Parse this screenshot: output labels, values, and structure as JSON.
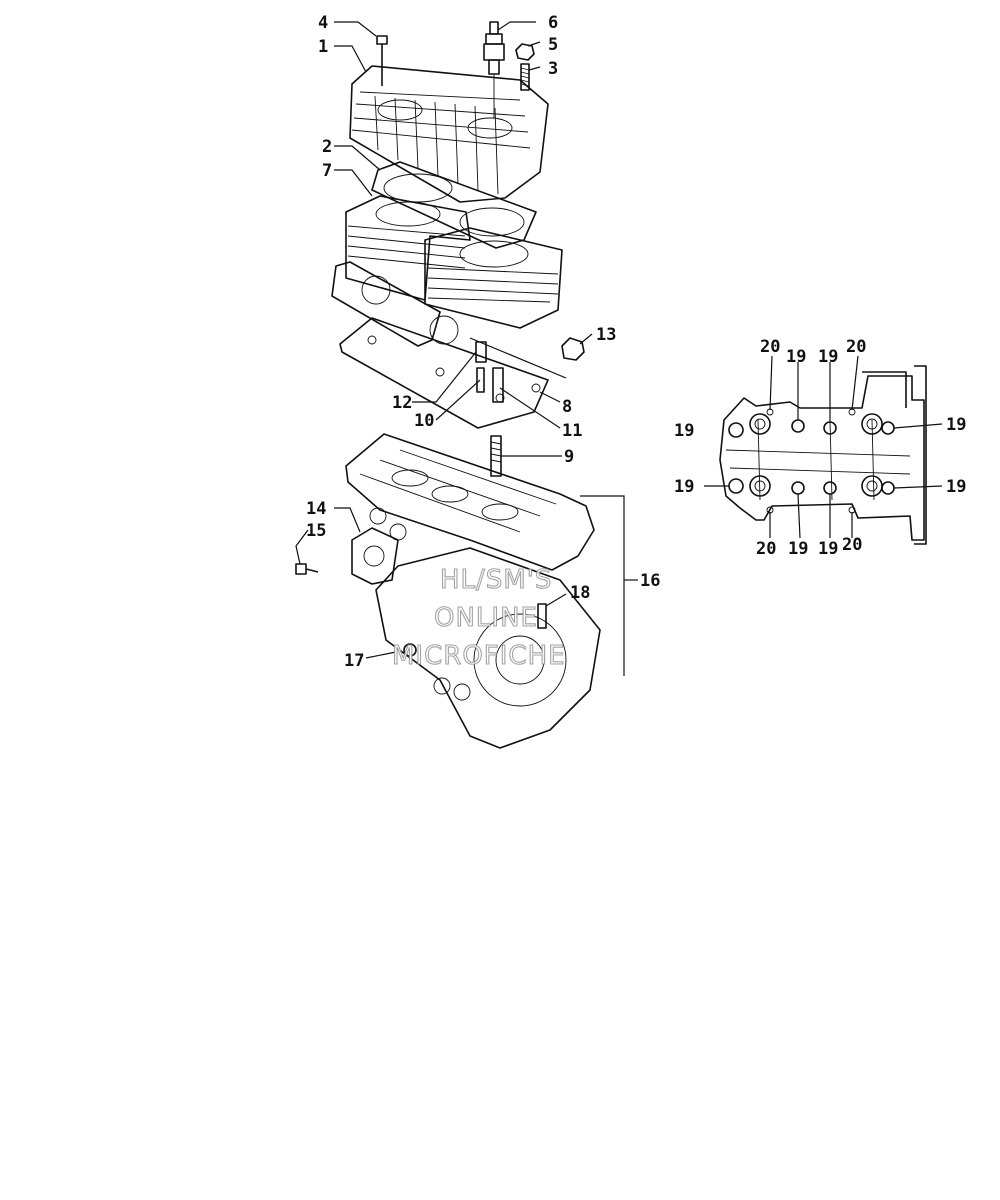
{
  "diagram": {
    "callouts": [
      {
        "id": "c4",
        "text": "4"
      },
      {
        "id": "c1",
        "text": "1"
      },
      {
        "id": "c6",
        "text": "6"
      },
      {
        "id": "c5",
        "text": "5"
      },
      {
        "id": "c3",
        "text": "3"
      },
      {
        "id": "c2",
        "text": "2"
      },
      {
        "id": "c7",
        "text": "7"
      },
      {
        "id": "c13",
        "text": "13"
      },
      {
        "id": "c12",
        "text": "12"
      },
      {
        "id": "c8",
        "text": "8"
      },
      {
        "id": "c10",
        "text": "10"
      },
      {
        "id": "c11",
        "text": "11"
      },
      {
        "id": "c9",
        "text": "9"
      },
      {
        "id": "c14",
        "text": "14"
      },
      {
        "id": "c15",
        "text": "15"
      },
      {
        "id": "c16",
        "text": "16"
      },
      {
        "id": "c18",
        "text": "18"
      },
      {
        "id": "c17",
        "text": "17"
      }
    ],
    "detail_callouts": [
      {
        "id": "d20a",
        "text": "20"
      },
      {
        "id": "d19a",
        "text": "19"
      },
      {
        "id": "d19b",
        "text": "19"
      },
      {
        "id": "d20b",
        "text": "20"
      },
      {
        "id": "d19c",
        "text": "19"
      },
      {
        "id": "d19d",
        "text": "19"
      },
      {
        "id": "d19e",
        "text": "19"
      },
      {
        "id": "d19f",
        "text": "19"
      },
      {
        "id": "d20c",
        "text": "20"
      },
      {
        "id": "d19g",
        "text": "19"
      },
      {
        "id": "d19h",
        "text": "19"
      },
      {
        "id": "d20d",
        "text": "20"
      }
    ],
    "watermark": [
      "HL/SM'S",
      "ONLINE",
      "MICROFICHE"
    ]
  }
}
